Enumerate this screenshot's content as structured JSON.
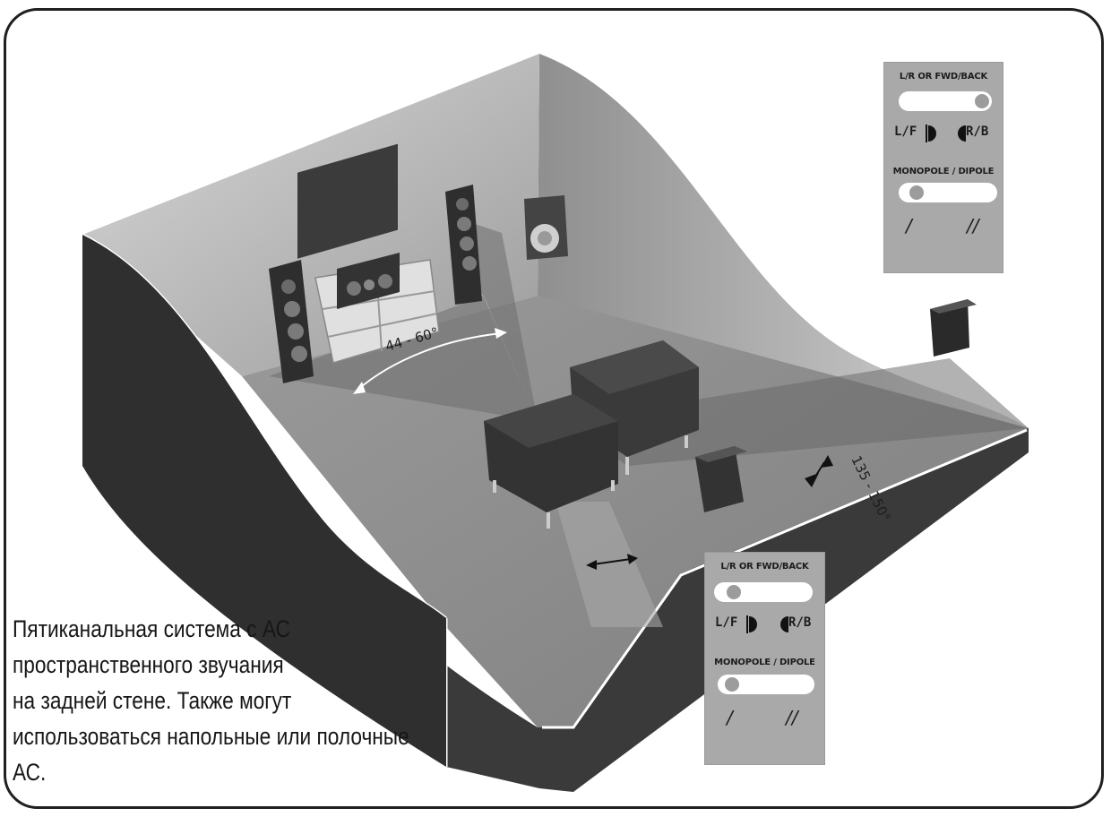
{
  "caption": {
    "lines": [
      "Пятиканальная система с АС",
      "пространственного звучания",
      "на задней стене.  Также могут",
      "использоваться напольные или полочные",
      "АС."
    ]
  },
  "angles": {
    "front": "44 - 60°",
    "surround": "135 - 150°"
  },
  "panels": [
    {
      "id": "upper",
      "switch1_label": "L/R OR FWD/BACK",
      "switch1_position": "right",
      "left_label": "L/F",
      "right_label": "R/B",
      "switch2_label": "MONOPOLE / DIPOLE",
      "switch2_position": "left",
      "mono_symbol": "/",
      "dipole_symbol": "//"
    },
    {
      "id": "lower",
      "switch1_label": "L/R OR FWD/BACK",
      "switch1_position": "left",
      "left_label": "L/F",
      "right_label": "R/B",
      "switch2_label": "MONOPOLE / DIPOLE",
      "switch2_position": "left",
      "mono_symbol": "/",
      "dipole_symbol": "//"
    }
  ],
  "colors": {
    "wall_dark": "#3a3a3a",
    "floor": "#8a8a8a",
    "panel": "#a9a9a9",
    "frame": "#1f1f1f"
  }
}
